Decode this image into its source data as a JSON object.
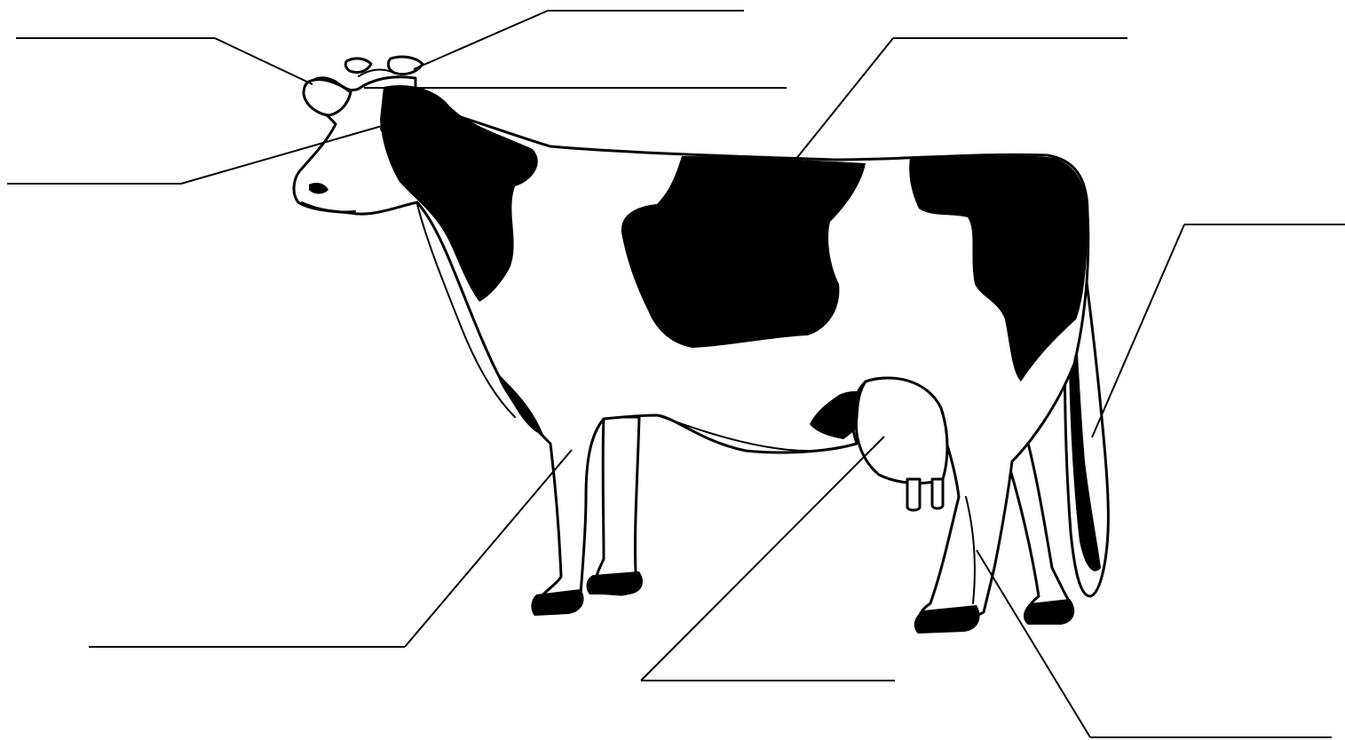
{
  "diagram": {
    "subject": "cow",
    "labels": [
      {
        "id": "ear",
        "text": ""
      },
      {
        "id": "horn",
        "text": ""
      },
      {
        "id": "poll",
        "text": ""
      },
      {
        "id": "eye",
        "text": ""
      },
      {
        "id": "back",
        "text": ""
      },
      {
        "id": "tail",
        "text": ""
      },
      {
        "id": "foreleg",
        "text": ""
      },
      {
        "id": "udder",
        "text": ""
      },
      {
        "id": "hind-leg",
        "text": ""
      }
    ]
  },
  "colors": {
    "ink": "#000000",
    "background": "#ffffff"
  }
}
